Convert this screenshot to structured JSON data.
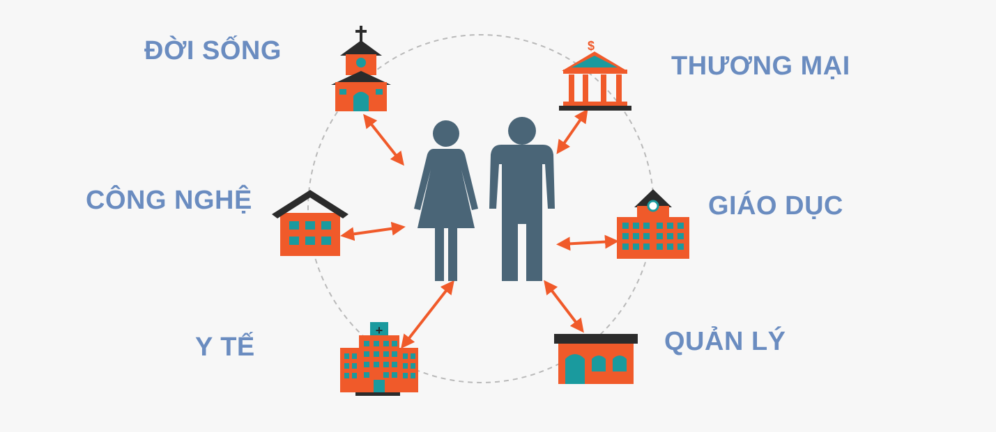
{
  "colors": {
    "background": "#f7f7f7",
    "label": "#6a8cc0",
    "building": "#f05a2a",
    "window": "#1a9a9e",
    "roof": "#2b2b2b",
    "person": "#4a6577",
    "arrow": "#f05a2a",
    "circle": "#b9b9b9"
  },
  "nodes": [
    {
      "id": "doi-song",
      "label": "ĐỜI SỐNG",
      "icon": "church-icon"
    },
    {
      "id": "thuong-mai",
      "label": "THƯƠNG MẠI",
      "icon": "bank-icon"
    },
    {
      "id": "cong-nghe",
      "label": "CÔNG NGHỆ",
      "icon": "house-icon"
    },
    {
      "id": "giao-duc",
      "label": "GIÁO DỤC",
      "icon": "school-icon"
    },
    {
      "id": "y-te",
      "label": "Y TẾ",
      "icon": "hospital-icon"
    },
    {
      "id": "quan-ly",
      "label": "QUẢN LÝ",
      "icon": "government-building-icon"
    }
  ],
  "center": {
    "icon": "people-icon"
  }
}
